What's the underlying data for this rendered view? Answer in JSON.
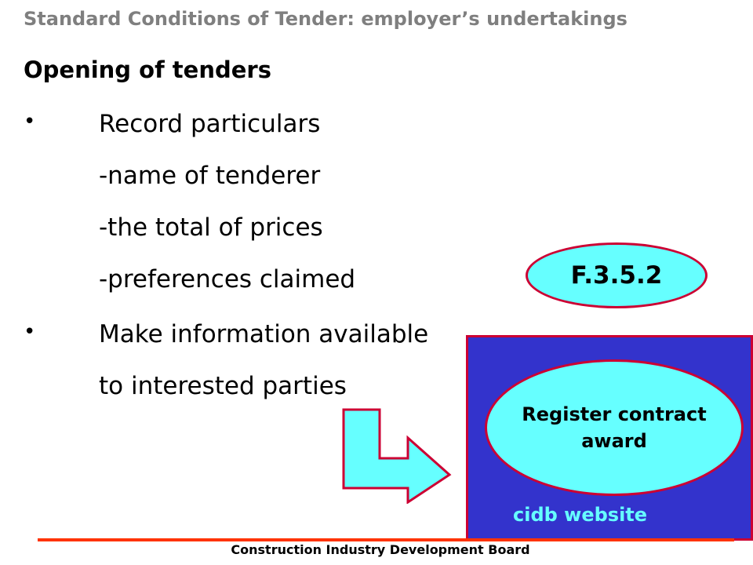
{
  "slide": {
    "header": "Standard Conditions of Tender: employer’s undertakings",
    "heading": "Opening of tenders",
    "bullet_glyph": "•",
    "lines": [
      "Record particulars",
      "-name of tenderer",
      "-the total of prices",
      "-preferences claimed",
      "Make information available",
      "to interested parties"
    ],
    "reference": "F.3.5.2",
    "website_box": {
      "oval_line1": "Register contract",
      "oval_line2": "award",
      "label": "cidb website"
    },
    "footer": "Construction Industry Development Board"
  },
  "colors": {
    "header_gray": "#7f7f7f",
    "oval_fill": "#66ffff",
    "outline_red": "#cc0033",
    "box_blue": "#3333cc",
    "footer_rule": "#ff3300"
  },
  "icons": {
    "arrow": "bent-arrow-right-icon"
  }
}
